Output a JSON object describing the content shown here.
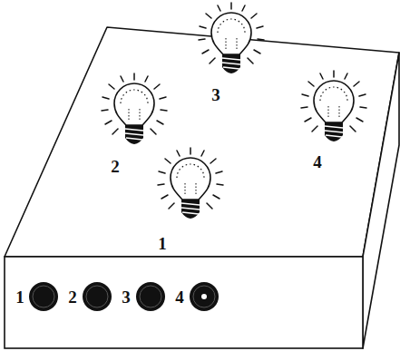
{
  "diagram": {
    "labels": [
      "3",
      "2",
      "4",
      "1",
      "1",
      "2",
      "3",
      "4"
    ]
  }
}
